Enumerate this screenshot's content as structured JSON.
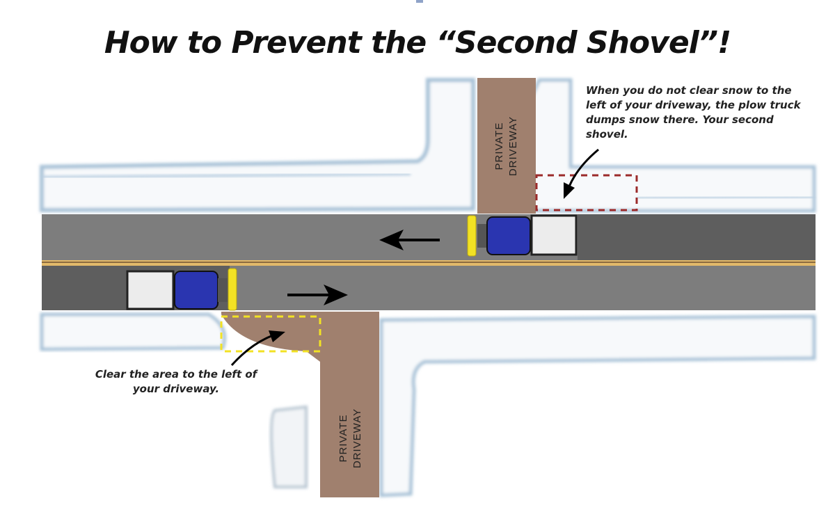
{
  "title": "How to Prevent the “Second Shovel”!",
  "driveway_labels": {
    "top": [
      "PRIVATE",
      "DRIVEWAY"
    ],
    "bottom": [
      "PRIVATE",
      "DRIVEWAY"
    ]
  },
  "notes": {
    "top_right": [
      "When you do not clear snow to the",
      "left of your driveway, the plow truck",
      "dumps snow there. Your second",
      "shovel."
    ],
    "bottom_left": [
      "Clear the area to the left of",
      "your driveway."
    ]
  },
  "colors": {
    "road": "#7d7d7d",
    "road_dark": "#5e5e5e",
    "driveway": "#a0806e",
    "center_line": "#e2b96a",
    "cab": "#2a35b0",
    "plow": "#f2e224",
    "snow_shadow": "#a9c3d8",
    "problem_box": "#9b2a2a",
    "solution_box": "#f2e224"
  }
}
